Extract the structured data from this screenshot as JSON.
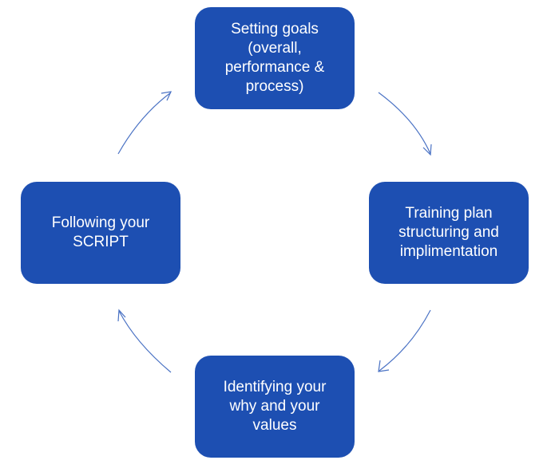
{
  "diagram": {
    "type": "cycle",
    "direction": "clockwise",
    "box_color": "#1d4fb2",
    "arrow_color": "#4a72c4",
    "steps": [
      {
        "id": "top",
        "label": "Setting goals\n(overall,\nperformance &\nprocess)"
      },
      {
        "id": "right",
        "label": "Training plan\nstructuring and\nimplimentation"
      },
      {
        "id": "bottom",
        "label": "Identifying your\nwhy and your\nvalues"
      },
      {
        "id": "left",
        "label": "Following your\nSCRIPT"
      }
    ],
    "arrows": [
      {
        "from": "top",
        "to": "right"
      },
      {
        "from": "right",
        "to": "bottom"
      },
      {
        "from": "bottom",
        "to": "left"
      },
      {
        "from": "left",
        "to": "top"
      }
    ]
  }
}
